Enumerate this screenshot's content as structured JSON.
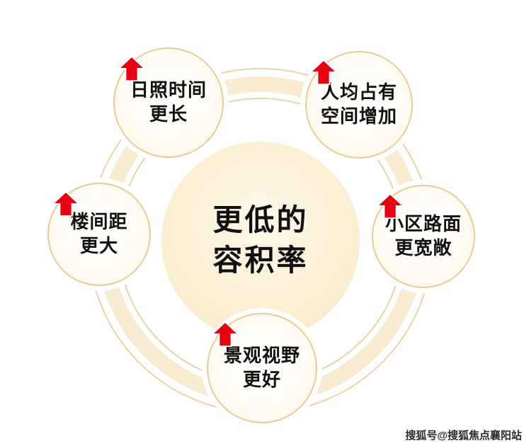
{
  "diagram": {
    "center": {
      "lines": [
        "更低的",
        "容积率"
      ]
    },
    "nodes": [
      {
        "id": "sunshine-duration",
        "lines": [
          "日照时间",
          "更长"
        ],
        "trend": "up"
      },
      {
        "id": "per-capita-space",
        "lines": [
          "人均占有",
          "空间增加"
        ],
        "trend": "up"
      },
      {
        "id": "building-spacing",
        "lines": [
          "楼间距",
          "更大"
        ],
        "trend": "up"
      },
      {
        "id": "road-width",
        "lines": [
          "小区路面",
          "更宽敞"
        ],
        "trend": "up"
      },
      {
        "id": "landscape-view",
        "lines": [
          "景观视野",
          "更好"
        ],
        "trend": "up"
      }
    ],
    "colors": {
      "arrow": "#e60012",
      "ring_line": "#ead3a4",
      "ring_band": "#f7ecd2",
      "center_fill": "#fbf0d5",
      "node_fill": "#fffdf6",
      "node_border": "#e8cc96",
      "text": "#111111"
    }
  },
  "watermark": {
    "text": "搜狐号@搜狐焦点襄阳站"
  }
}
